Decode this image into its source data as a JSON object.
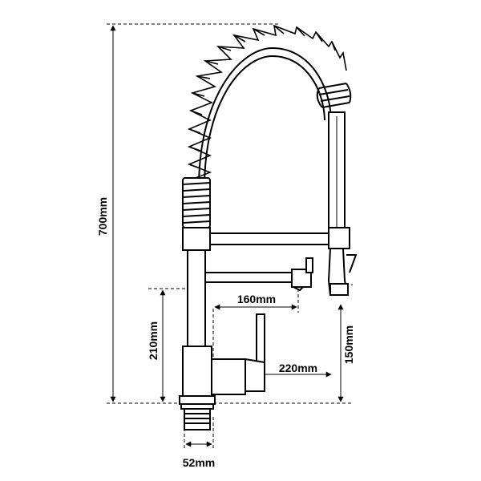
{
  "dimensions": {
    "total_height": "700mm",
    "spout_reach": "160mm",
    "body_height": "210mm",
    "handle_reach": "220mm",
    "sprayer_height": "150mm",
    "base_diameter": "52mm"
  },
  "colors": {
    "line": "#000000",
    "background": "#ffffff"
  }
}
